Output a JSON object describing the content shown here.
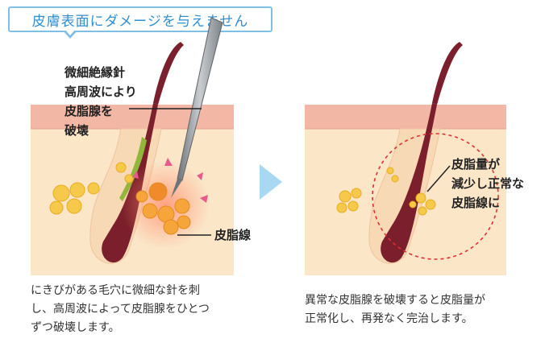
{
  "callout": {
    "text": "皮膚表面にダメージを与えません"
  },
  "left_panel": {
    "needle_label_lines": [
      "微細絶縁針",
      "高周波により",
      "皮脂腺を",
      "破壊"
    ],
    "gland_label": "皮脂線",
    "description_lines": [
      "にきびがある毛穴に微細な針を刺",
      "し、高周波によって皮脂腺をひとつ",
      "ずつ破壊します。"
    ]
  },
  "right_panel": {
    "result_label_lines": [
      "皮脂量が",
      "減少し正常な",
      "皮脂線に"
    ],
    "description_lines": [
      "異常な皮脂腺を破壊すると皮脂量が",
      "正常化し、再発なく完治します。"
    ]
  },
  "colors": {
    "accent": "#2f8fd0",
    "skin_top": "#f3b7a6",
    "skin_body": "#fbe6c8",
    "hair": "#7a1f2b",
    "sebum": "#f6c94a",
    "needle": "#8f9499",
    "arrow": "#a9d8f2",
    "dashed_circle": "#e03030"
  },
  "icons": {
    "arrow": "right-arrow-icon",
    "needle": "needle-icon"
  }
}
